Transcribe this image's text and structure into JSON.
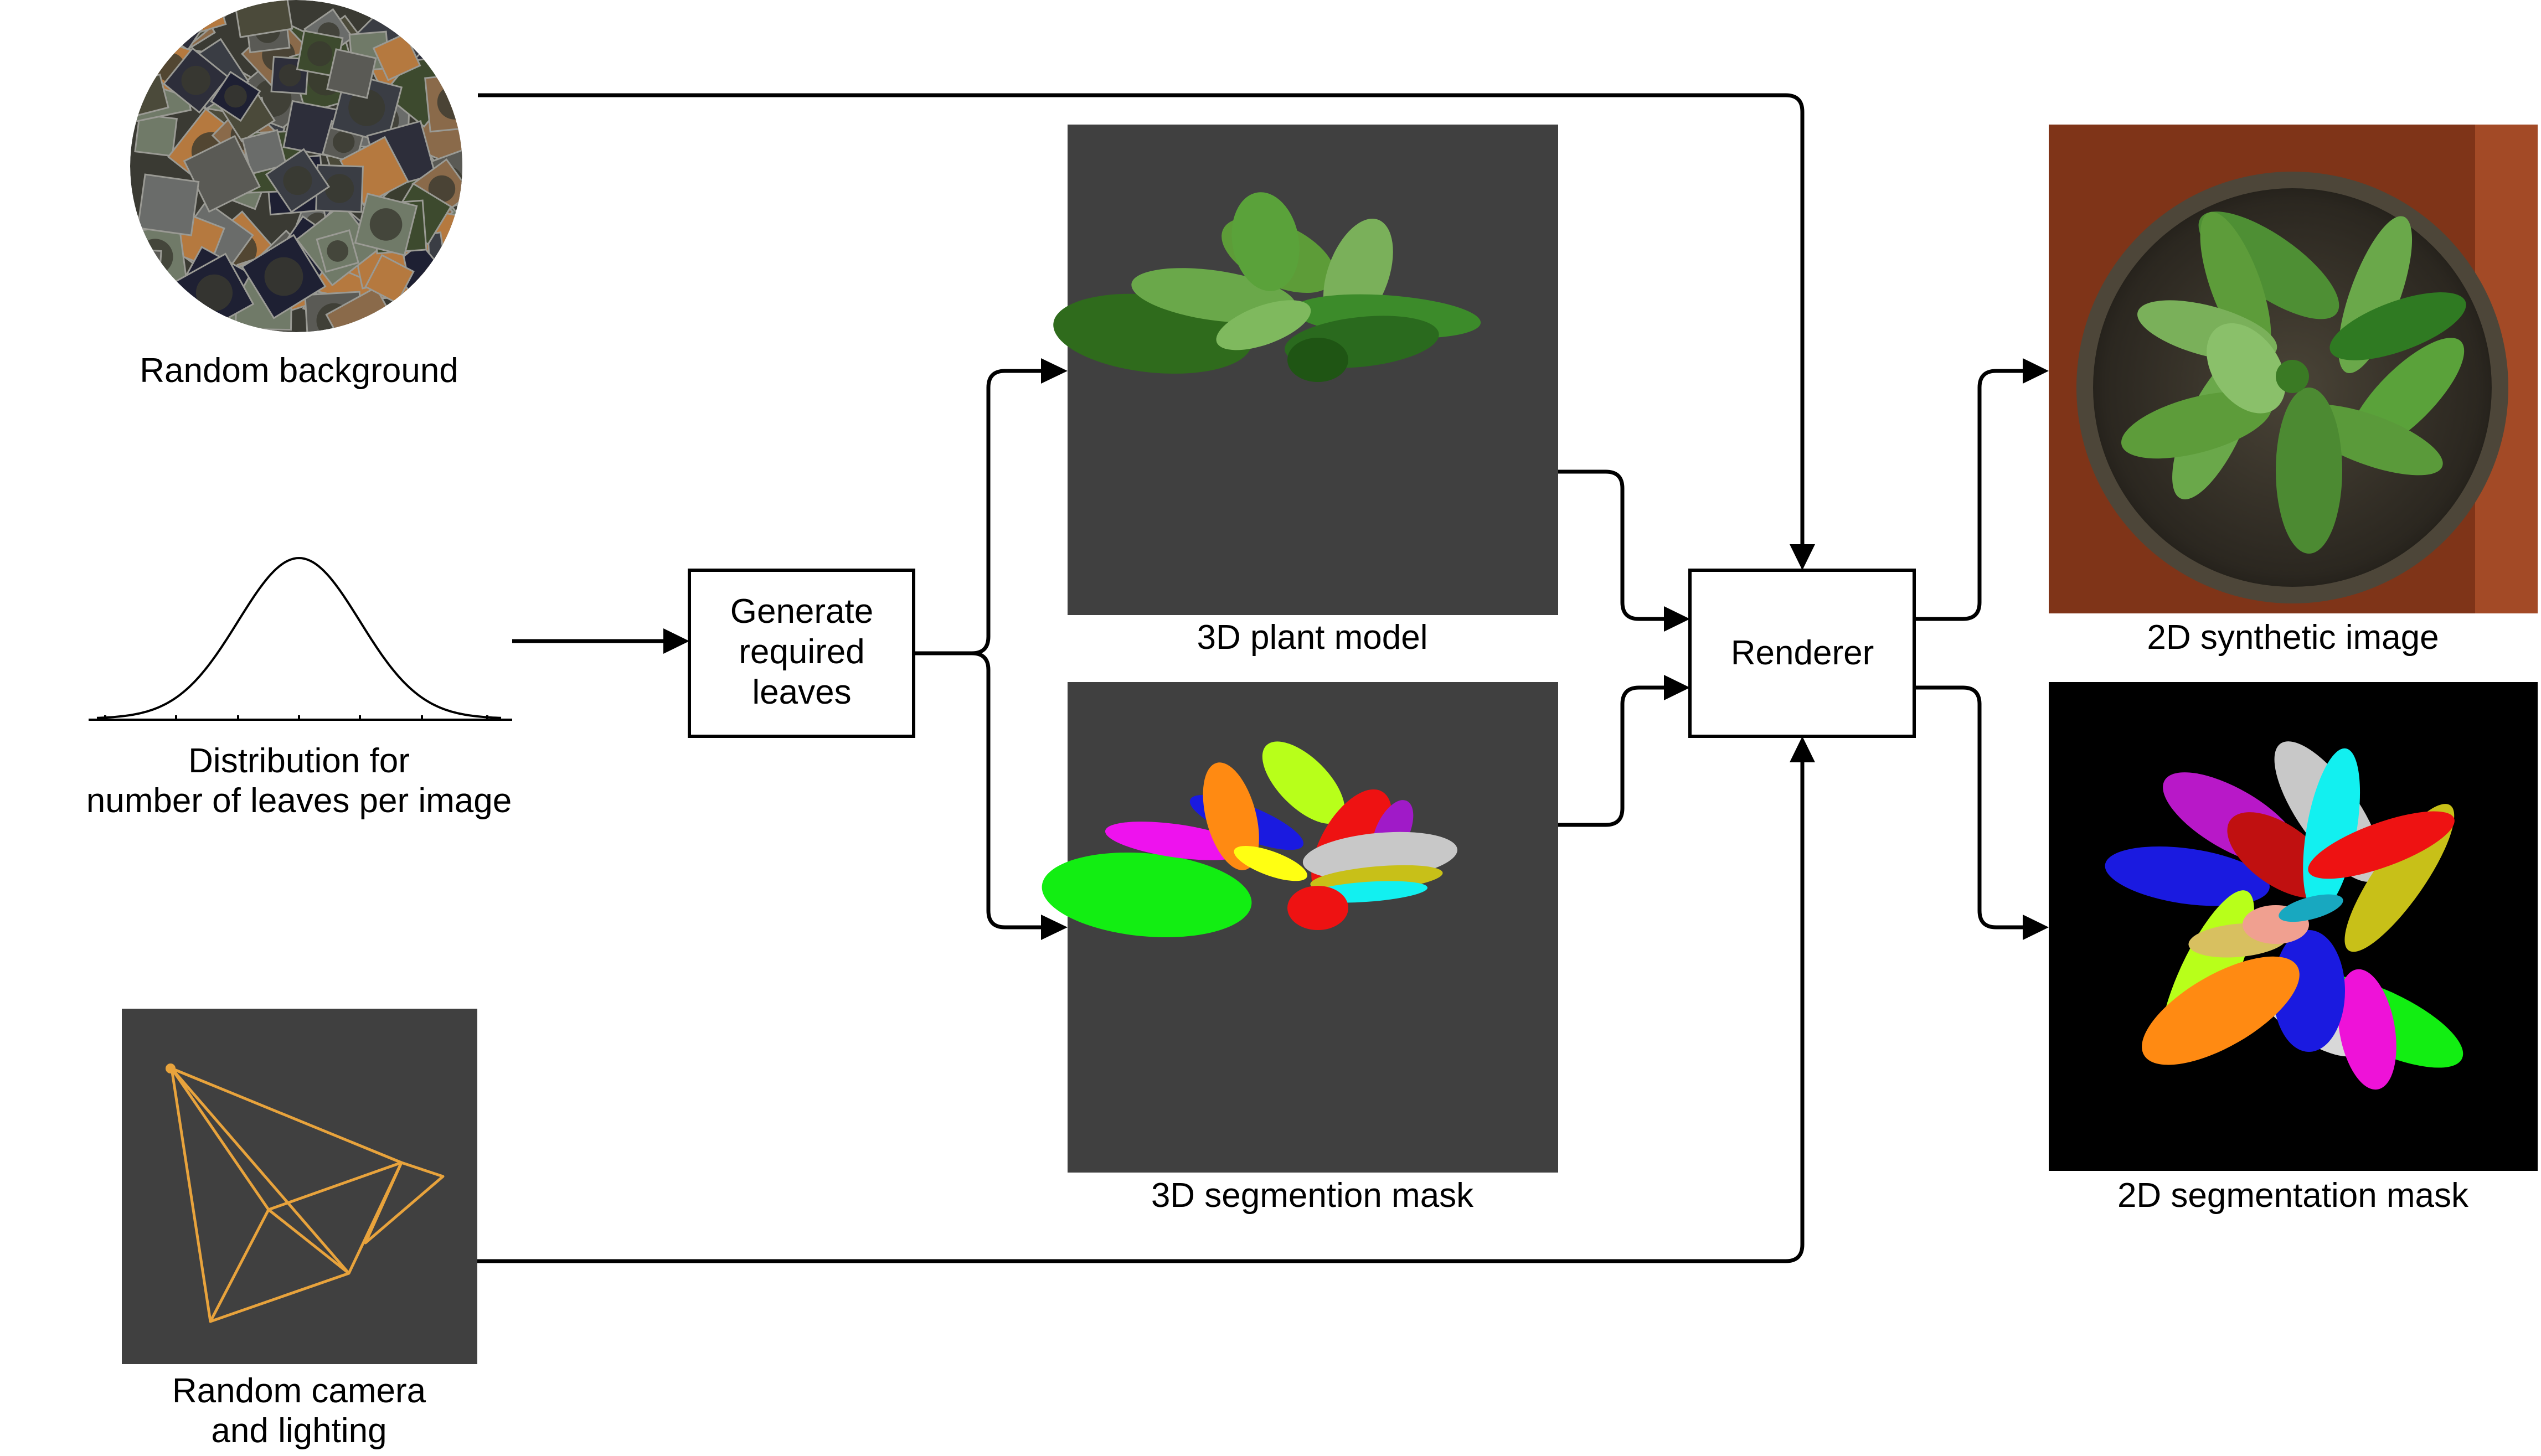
{
  "nodes": {
    "random_background": {
      "caption": "Random background"
    },
    "leaf_distribution": {
      "caption_line1": "Distribution for",
      "caption_line2": "number of leaves per image"
    },
    "random_camera": {
      "caption_line1": "Random camera",
      "caption_line2": "and lighting"
    },
    "generate_leaves": {
      "line1": "Generate",
      "line2": "required",
      "line3": "leaves"
    },
    "plant_model": {
      "caption": "3D plant model"
    },
    "segmention_3d": {
      "caption": "3D segmention mask"
    },
    "renderer": {
      "label": "Renderer"
    },
    "synthetic_image": {
      "caption": "2D synthetic image"
    },
    "segmentation_2d": {
      "caption": "2D segmentation mask"
    }
  },
  "colors": {
    "panel_background": "#404040",
    "mask_background": "#000000",
    "camera_wire": "#e8a33c",
    "pot_brown": "#8a3a1c",
    "leaf_green": "#4a8f2a"
  },
  "icons": {
    "random_background": "tile-collage-image",
    "leaf_distribution": "bell-curve-icon",
    "random_camera": "camera-frustum-wireframe",
    "plant_model": "rendered-plant-image",
    "segmention_3d": "colored-leaf-mask-image",
    "synthetic_image": "potted-plant-photo",
    "segmentation_2d": "top-view-leaf-mask-image"
  }
}
